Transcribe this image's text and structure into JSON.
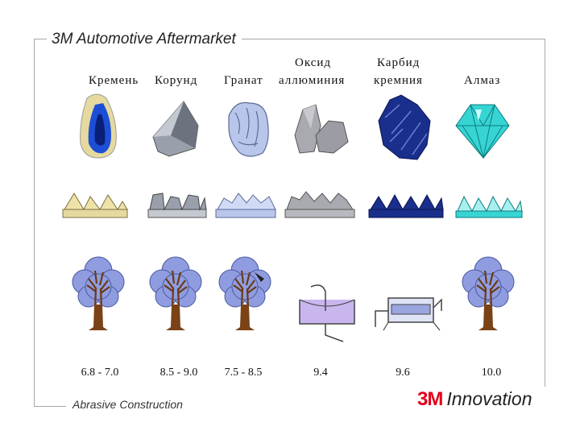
{
  "header": {
    "title": "3M Automotive Aftermarket"
  },
  "footer": {
    "title": "Abrasive Construction"
  },
  "brand": {
    "logo_text": "3M",
    "word": "Innovation",
    "logo_color": "#e2001a"
  },
  "minerals": [
    {
      "name_top": "",
      "name": "Кремень",
      "hardness": "6.8 - 7.0",
      "color": "#e6d9a0",
      "icon": "flint-stone-icon"
    },
    {
      "name_top": "",
      "name": "Корунд",
      "hardness": "8.5 - 9.0",
      "color": "#9aa0ab",
      "icon": "corundum-stone-icon"
    },
    {
      "name_top": "",
      "name": "Гранат",
      "hardness": "7.5 - 8.5",
      "color": "#b9c6ec",
      "icon": "garnet-stone-icon"
    },
    {
      "name_top": "Оксид",
      "name": "аллюминия",
      "hardness": "9.4",
      "color": "#a9a9b0",
      "icon": "aluminum-oxide-stone-icon"
    },
    {
      "name_top": "Карбид",
      "name": "кремния",
      "hardness": "9.6",
      "color": "#1a2f8c",
      "icon": "silicon-carbide-stone-icon"
    },
    {
      "name_top": "",
      "name": "Алмаз",
      "hardness": "10.0",
      "color": "#37d4d4",
      "icon": "diamond-icon"
    }
  ]
}
